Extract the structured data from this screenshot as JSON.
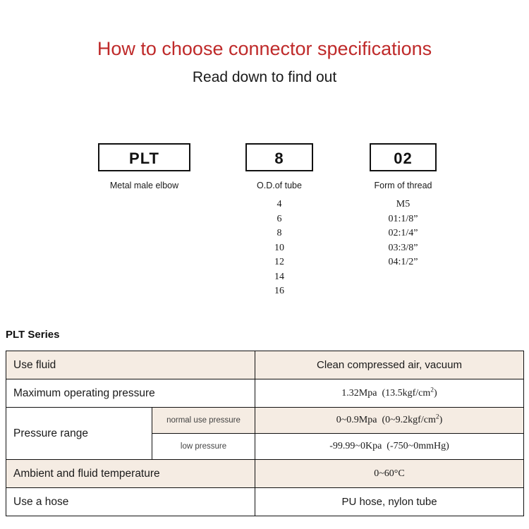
{
  "header": {
    "title": "How to choose connector specifications",
    "subtitle": "Read down to find out",
    "title_color": "#bf2a2a"
  },
  "code_diagram": {
    "columns": [
      {
        "code": "PLT",
        "caption": "Metal male elbow",
        "options": []
      },
      {
        "code": "8",
        "caption": "O.D.of tube",
        "options": [
          "4",
          "6",
          "8",
          "10",
          "12",
          "14",
          "16"
        ]
      },
      {
        "code": "02",
        "caption": "Form of thread",
        "options": [
          "M5",
          "01:1/8”",
          "02:1/4”",
          "03:3/8”",
          "04:1/2”"
        ]
      }
    ]
  },
  "spec": {
    "heading": "PLT Series",
    "rows": [
      {
        "label": "Use fluid",
        "value": "Clean compressed air, vacuum"
      },
      {
        "label": "Maximum operating pressure",
        "value": "1.32Mpa  (13.5kgf/cm2)"
      },
      {
        "label": "Pressure range",
        "sub_rows": [
          {
            "sub_label": "normal use pressure",
            "value": "0~0.9Mpa  (0~9.2kgf/cm2)"
          },
          {
            "sub_label": "low pressure",
            "value": "-99.99~0Kpa  (-750~0mmHg)"
          }
        ]
      },
      {
        "label": "Ambient and fluid temperature",
        "value": "0~60°C"
      },
      {
        "label": "Use a hose",
        "value": "PU hose, nylon tube"
      }
    ]
  },
  "colors": {
    "beige_row": "#f5ece3",
    "border": "#111111",
    "title_red": "#bf2a2a"
  }
}
